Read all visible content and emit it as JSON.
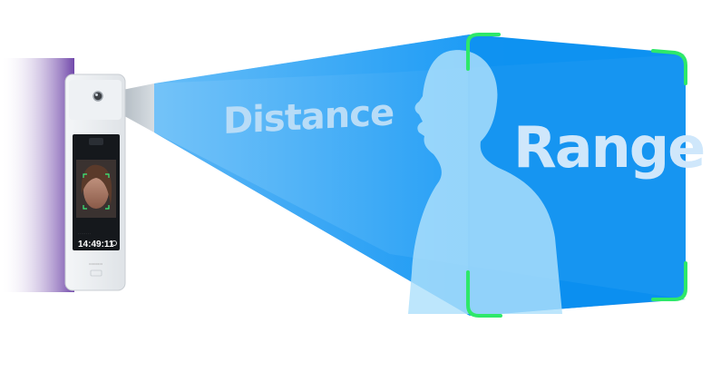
{
  "labels": {
    "distance": "Distance",
    "range": "Range"
  },
  "device": {
    "screen_time": "14:49:11"
  },
  "colors": {
    "beam": "#1e9cf5",
    "face_plane": "#0a8ff0",
    "corner_brackets": "#2ee86a",
    "side_glow": "#7a4fb0",
    "silhouette": "#aee0fb"
  },
  "icons": [
    "camera-lens-icon",
    "person-silhouette-icon",
    "face-detection-frame-icon",
    "settings-gear-icon"
  ]
}
